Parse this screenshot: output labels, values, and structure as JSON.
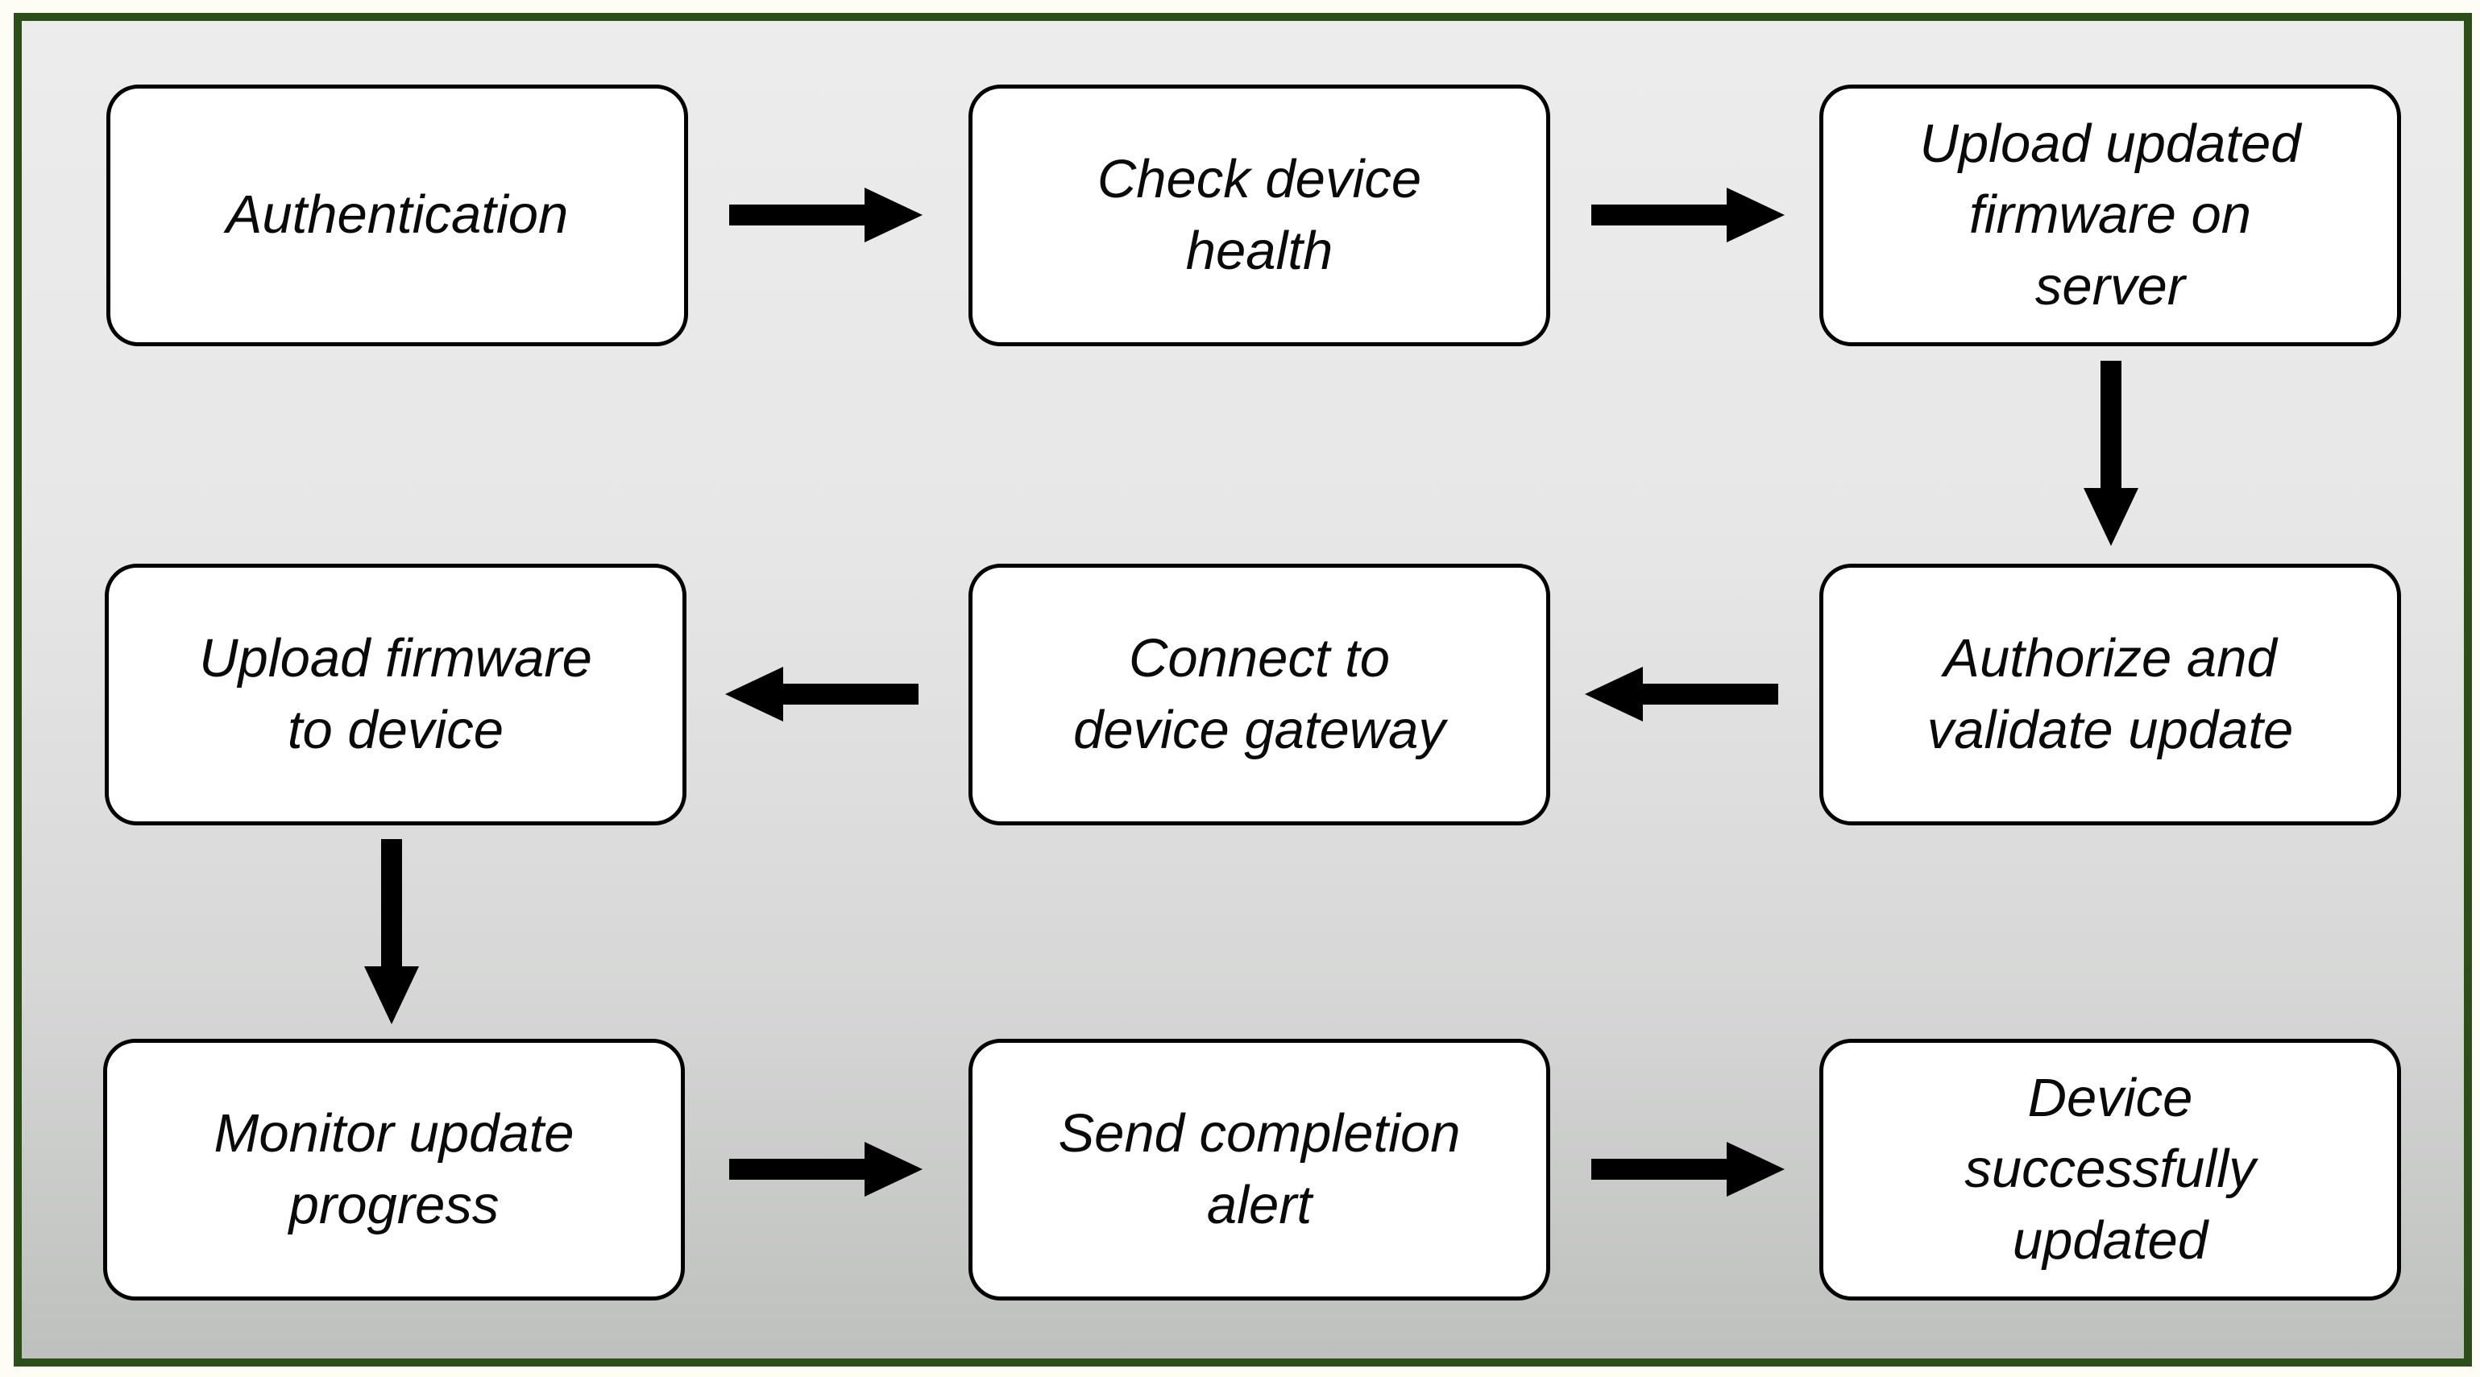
{
  "diagram": {
    "type": "flowchart",
    "frame_border_color": "#2c4f1a",
    "background_top_color": "#ececec",
    "background_bottom_color": "#bec0be",
    "node_fill_color": "#ffffff",
    "node_border_color": "#000000",
    "arrow_color": "#000000",
    "nodes": [
      {
        "id": "authentication",
        "lines": [
          "Authentication"
        ]
      },
      {
        "id": "check-device-health",
        "lines": [
          "Check device",
          "health"
        ]
      },
      {
        "id": "upload-updated-firmware-on-server",
        "lines": [
          "Upload updated",
          "firmware on",
          "server"
        ]
      },
      {
        "id": "authorize-and-validate-update",
        "lines": [
          "Authorize and",
          "validate update"
        ]
      },
      {
        "id": "connect-to-device-gateway",
        "lines": [
          "Connect to",
          "device gateway"
        ]
      },
      {
        "id": "upload-firmware-to-device",
        "lines": [
          "Upload firmware",
          "to device"
        ]
      },
      {
        "id": "monitor-update-progress",
        "lines": [
          "Monitor update",
          "progress"
        ]
      },
      {
        "id": "send-completion-alert",
        "lines": [
          "Send completion",
          "alert"
        ]
      },
      {
        "id": "device-successfully-updated",
        "lines": [
          "Device",
          "successfully",
          "updated"
        ]
      }
    ],
    "edges": [
      {
        "from": "authentication",
        "to": "check-device-health",
        "direction": "right"
      },
      {
        "from": "check-device-health",
        "to": "upload-updated-firmware-on-server",
        "direction": "right"
      },
      {
        "from": "upload-updated-firmware-on-server",
        "to": "authorize-and-validate-update",
        "direction": "down"
      },
      {
        "from": "authorize-and-validate-update",
        "to": "connect-to-device-gateway",
        "direction": "left"
      },
      {
        "from": "connect-to-device-gateway",
        "to": "upload-firmware-to-device",
        "direction": "left"
      },
      {
        "from": "upload-firmware-to-device",
        "to": "monitor-update-progress",
        "direction": "down"
      },
      {
        "from": "monitor-update-progress",
        "to": "send-completion-alert",
        "direction": "right"
      },
      {
        "from": "send-completion-alert",
        "to": "device-successfully-updated",
        "direction": "right"
      }
    ]
  }
}
